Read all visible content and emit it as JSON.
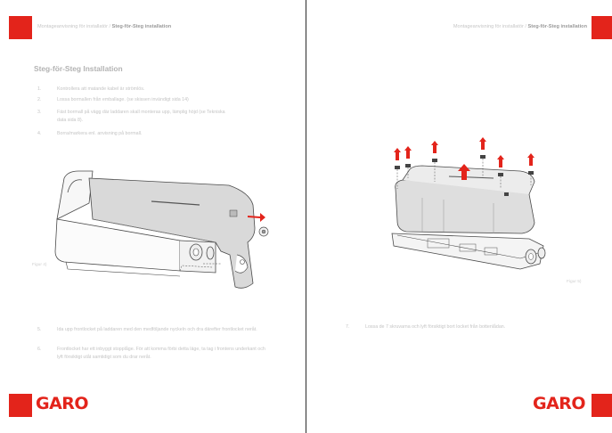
{
  "left_page": {
    "header_prefix": "Montageanvisning för installatör / ",
    "header_section": "Steg-för-Steg installation",
    "section_title": "Steg-för-Steg Installation",
    "steps_a": [
      {
        "num": "1.",
        "text": "Kontrollera att matande kabel är strömlös."
      },
      {
        "num": "2.",
        "text": "Lossa bormallen från emballage. (se skissen invändigt sida 14)"
      },
      {
        "num": "3.",
        "text": "Fäst bormall på vägg där laddaren skall monteras upp, lämplig höjd (se Tekniska data sida 8)."
      },
      {
        "num": "4.",
        "text": "Borra/markera enl. anvisning på bormall."
      }
    ],
    "figure_caption": "Figur 4)",
    "steps_b": [
      {
        "num": "5.",
        "text": "Ida upp frontlocket på laddaren med den medföljande nyckeln och dra därefter frontlocket neråt."
      },
      {
        "num": "6.",
        "text": "Frontlocket har ett inbyggt stopplåge. För att komma förbi detta läge, ta tag i frontens underkant och lyft försiktigt utåt samtidigt som du drar neråt."
      }
    ],
    "logo": "GARO"
  },
  "right_page": {
    "header_prefix": "Montageanvisning för installatör / ",
    "header_section": "Steg-för-Steg installation",
    "figure_caption": "Figur 5)",
    "steps": [
      {
        "num": "7.",
        "text": "Lossa de 7 skruvarna och lyft försiktigt bort locket från bottenlådan."
      }
    ],
    "logo": "GARO"
  },
  "colors": {
    "accent": "#e3241b",
    "divider": "#2a2a2a"
  },
  "icons": [
    "up-arrow-icon",
    "right-arrow-icon",
    "screw-icon"
  ]
}
